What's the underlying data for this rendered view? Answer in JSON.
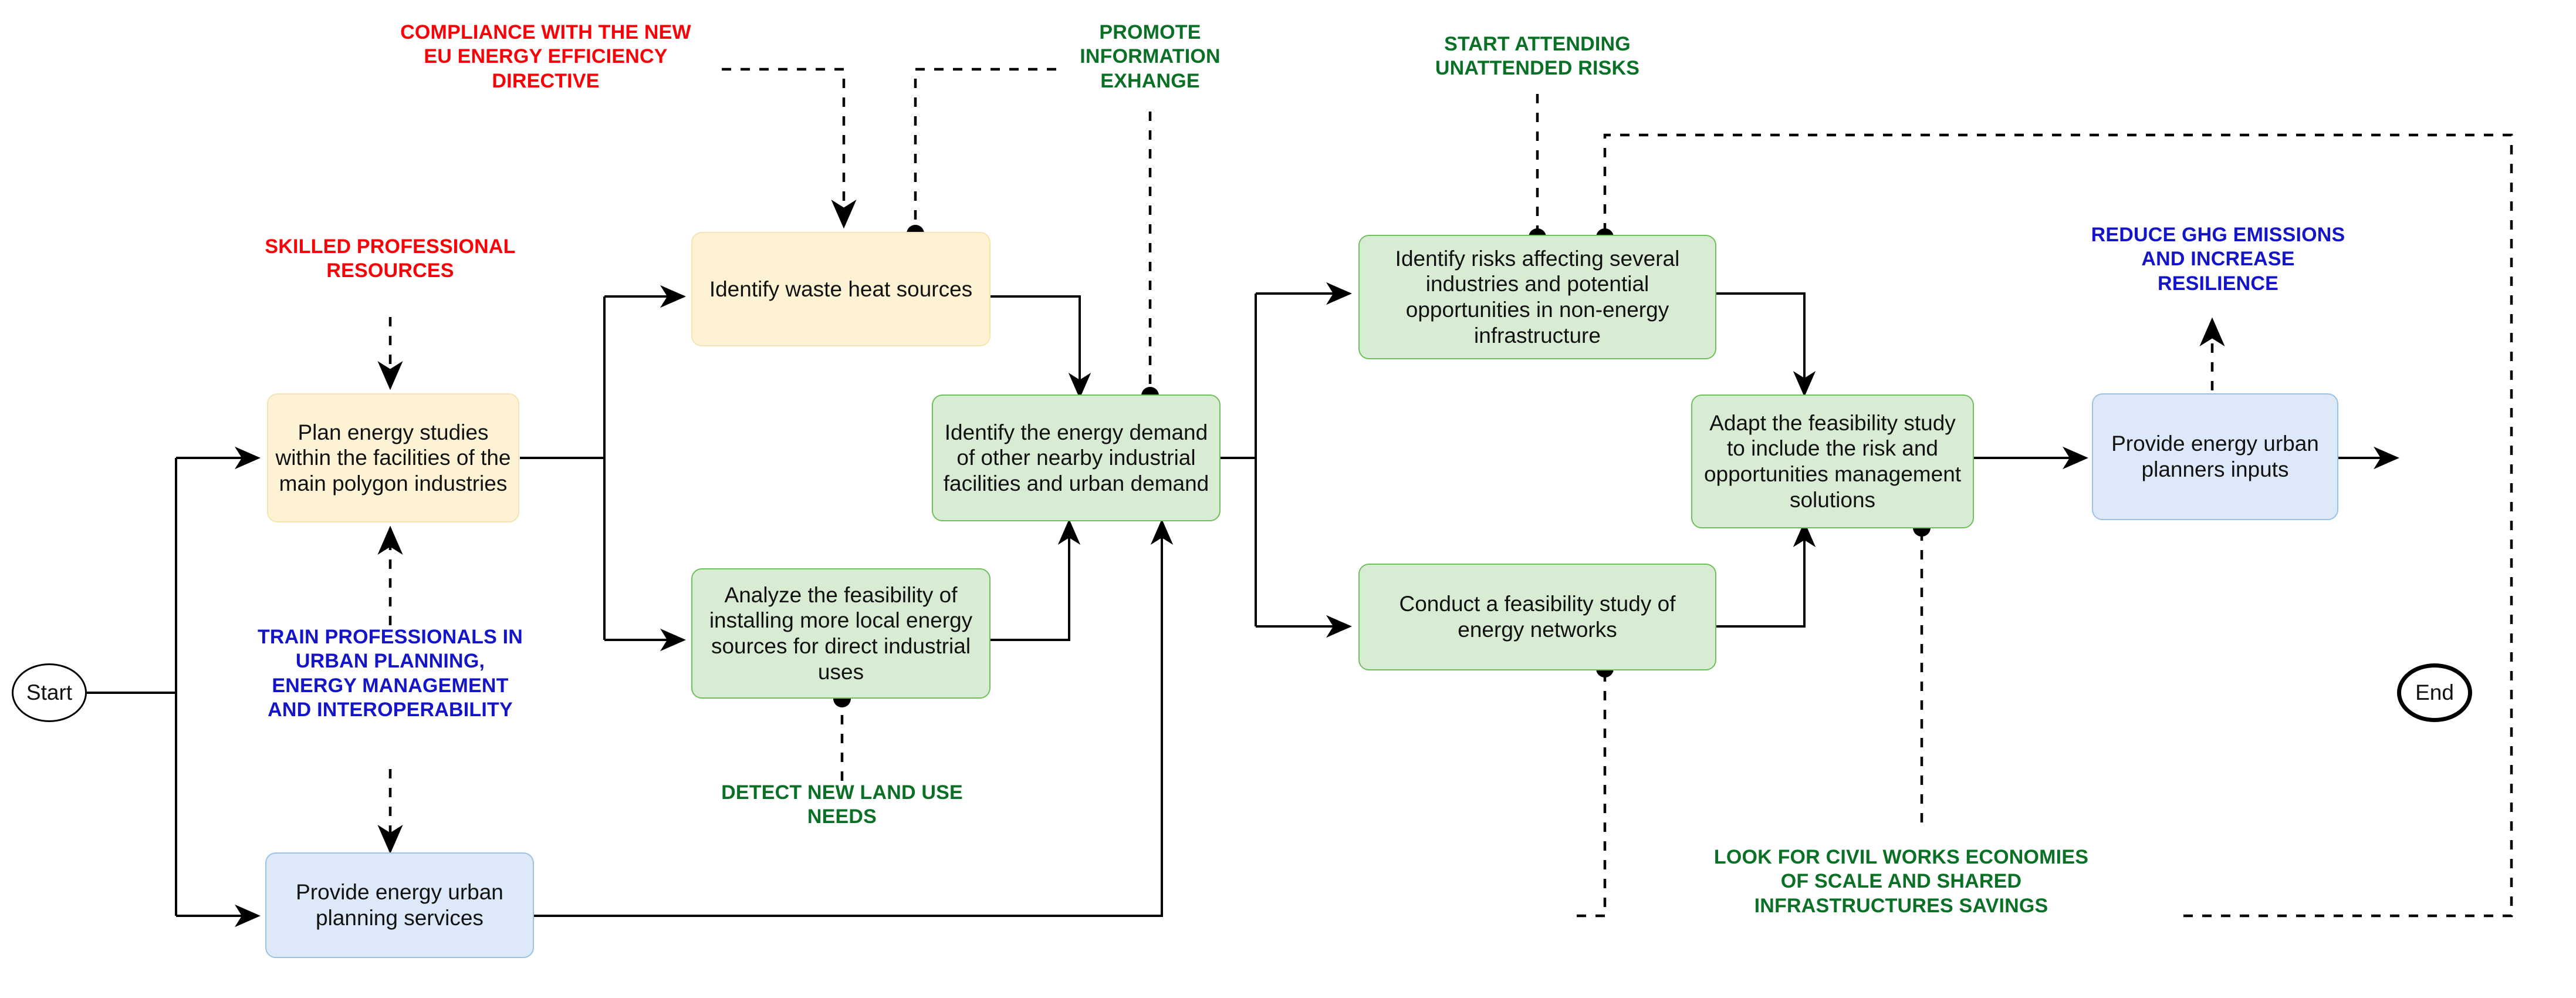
{
  "diagram": {
    "title": "Industrial energy planning process flow",
    "type": "flowchart",
    "colors": {
      "note_red": "#fb0007",
      "note_green": "#0a7026",
      "note_blue": "#1414c8",
      "node_yellow_fill": "#fdf3d4",
      "node_yellow_stroke": "#f5e3b0",
      "node_green_fill": "#d8ecd4",
      "node_green_stroke": "#6fbf5f",
      "node_blue_fill": "#dde9f8",
      "node_blue_stroke": "#9cc1e6",
      "edge": "#000000"
    }
  },
  "terminals": {
    "start": "Start",
    "end": "End"
  },
  "nodes": [
    {
      "id": "plan_energy_studies",
      "label": "Plan energy studies within the facilities of the main polygon industries",
      "color": "yellow"
    },
    {
      "id": "identify_waste_heat",
      "label": "Identify waste heat sources",
      "color": "yellow"
    },
    {
      "id": "analyze_feasibility",
      "label": "Analyze the feasibility of installing more local energy sources for direct industrial uses",
      "color": "green"
    },
    {
      "id": "identify_energy_demand",
      "label": "Identify the energy demand of other nearby industrial facilities and urban demand",
      "color": "green"
    },
    {
      "id": "identify_risks",
      "label": "Identify risks affecting several industries and potential opportunities in non-energy infrastructure",
      "color": "green"
    },
    {
      "id": "conduct_feasibility",
      "label": "Conduct a feasibility study of energy networks",
      "color": "green"
    },
    {
      "id": "adapt_feasibility",
      "label": "Adapt the feasibility study to include the risk and opportunities management solutions",
      "color": "green"
    },
    {
      "id": "provide_inputs",
      "label": "Provide energy urban planners inputs",
      "color": "blue"
    },
    {
      "id": "provide_services",
      "label": "Provide energy urban planning services",
      "color": "blue"
    }
  ],
  "notes": [
    {
      "id": "compliance",
      "text": "COMPLIANCE WITH THE NEW\nEU ENERGY EFFICIENCY\nDIRECTIVE",
      "color": "red"
    },
    {
      "id": "skilled",
      "text": "SKILLED PROFESSIONAL\nRESOURCES",
      "color": "red"
    },
    {
      "id": "promote_info",
      "text": "PROMOTE\nINFORMATION\nEXHANGE",
      "color": "green"
    },
    {
      "id": "start_attending",
      "text": "START ATTENDING\nUNATTENDED RISKS",
      "color": "green"
    },
    {
      "id": "detect_land_use",
      "text": "DETECT NEW LAND USE\nNEEDS",
      "color": "green"
    },
    {
      "id": "look_for_civil",
      "text": "LOOK FOR CIVIL WORKS ECONOMIES\nOF SCALE AND SHARED\nINFRASTRUCTURES SAVINGS",
      "color": "green"
    },
    {
      "id": "train_prof",
      "text": "TRAIN PROFESSIONALS IN\nURBAN PLANNING,\nENERGY MANAGEMENT\nAND INTEROPERABILITY",
      "color": "blue"
    },
    {
      "id": "reduce_ghg",
      "text": "REDUCE GHG EMISSIONS\nAND INCREASE\nRESILIENCE",
      "color": "blue"
    }
  ]
}
